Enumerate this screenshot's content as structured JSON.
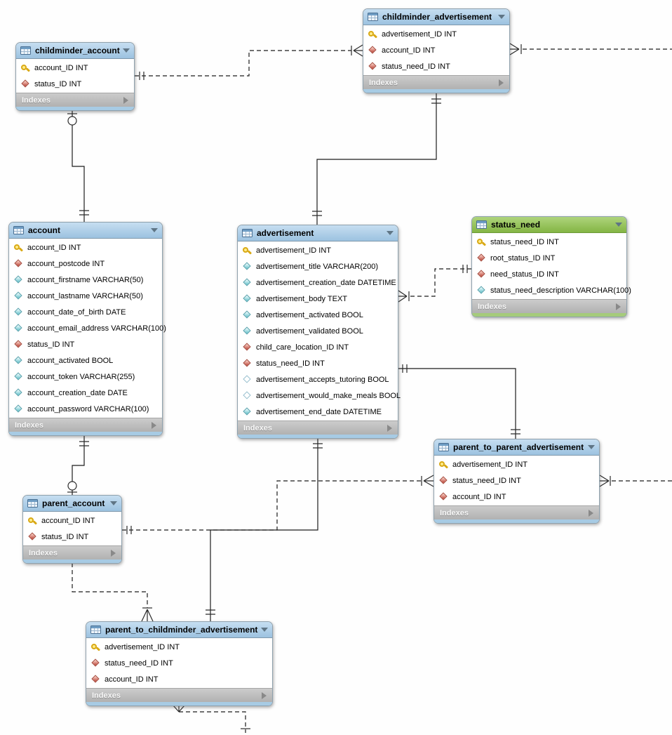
{
  "diagram": {
    "labels": {
      "indexes": "Indexes"
    },
    "colors": {
      "header_blue": "#9cc2e0",
      "header_green": "#84b544",
      "indexes_bar": "#bdbdbd",
      "footer_blue": "#a7cbe4",
      "footer_green": "#a5cb7b",
      "primary_key_icon": "#ffec8a",
      "foreign_key_icon": "#c2574b",
      "attribute_icon": "#74c7cf",
      "line_color": "#1c1c1c"
    },
    "tables": [
      {
        "name": "childminder_account",
        "color": "blue",
        "columns": [
          {
            "label": "account_ID INT",
            "icon": "primary-key"
          },
          {
            "label": "status_ID INT",
            "icon": "foreign-key"
          }
        ]
      },
      {
        "name": "childminder_advertisement",
        "color": "blue",
        "columns": [
          {
            "label": "advertisement_ID INT",
            "icon": "primary-key"
          },
          {
            "label": "account_ID INT",
            "icon": "foreign-key"
          },
          {
            "label": "status_need_ID INT",
            "icon": "foreign-key"
          }
        ]
      },
      {
        "name": "account",
        "color": "blue",
        "columns": [
          {
            "label": "account_ID INT",
            "icon": "primary-key"
          },
          {
            "label": "account_postcode INT",
            "icon": "foreign-key"
          },
          {
            "label": "account_firstname VARCHAR(50)",
            "icon": "attribute"
          },
          {
            "label": "account_lastname VARCHAR(50)",
            "icon": "attribute"
          },
          {
            "label": "account_date_of_birth DATE",
            "icon": "attribute"
          },
          {
            "label": "account_email_address VARCHAR(100)",
            "icon": "attribute"
          },
          {
            "label": "status_ID INT",
            "icon": "foreign-key"
          },
          {
            "label": "account_activated BOOL",
            "icon": "attribute"
          },
          {
            "label": "account_token VARCHAR(255)",
            "icon": "attribute"
          },
          {
            "label": "account_creation_date DATE",
            "icon": "attribute"
          },
          {
            "label": "account_password VARCHAR(100)",
            "icon": "attribute"
          }
        ]
      },
      {
        "name": "advertisement",
        "color": "blue",
        "columns": [
          {
            "label": "advertisement_ID INT",
            "icon": "primary-key"
          },
          {
            "label": "advertisement_title VARCHAR(200)",
            "icon": "attribute"
          },
          {
            "label": "advertisement_creation_date DATETIME",
            "icon": "attribute"
          },
          {
            "label": "advertisement_body TEXT",
            "icon": "attribute"
          },
          {
            "label": "advertisement_activated BOOL",
            "icon": "attribute"
          },
          {
            "label": "advertisement_validated BOOL",
            "icon": "attribute"
          },
          {
            "label": "child_care_location_ID INT",
            "icon": "foreign-key"
          },
          {
            "label": "status_need_ID INT",
            "icon": "foreign-key"
          },
          {
            "label": "advertisement_accepts_tutoring BOOL",
            "icon": "attribute-nullable"
          },
          {
            "label": "advertisement_would_make_meals BOOL",
            "icon": "attribute-nullable"
          },
          {
            "label": "advertisement_end_date DATETIME",
            "icon": "attribute"
          }
        ]
      },
      {
        "name": "status_need",
        "color": "green",
        "columns": [
          {
            "label": "status_need_ID INT",
            "icon": "primary-key"
          },
          {
            "label": "root_status_ID INT",
            "icon": "foreign-key"
          },
          {
            "label": "need_status_ID INT",
            "icon": "foreign-key"
          },
          {
            "label": "status_need_description VARCHAR(100)",
            "icon": "attribute"
          }
        ]
      },
      {
        "name": "parent_to_parent_advertisement",
        "color": "blue",
        "columns": [
          {
            "label": "advertisement_ID INT",
            "icon": "primary-key"
          },
          {
            "label": "status_need_ID INT",
            "icon": "foreign-key"
          },
          {
            "label": "account_ID INT",
            "icon": "foreign-key"
          }
        ]
      },
      {
        "name": "parent_account",
        "color": "blue",
        "columns": [
          {
            "label": "account_ID INT",
            "icon": "primary-key"
          },
          {
            "label": "status_ID INT",
            "icon": "foreign-key"
          }
        ]
      },
      {
        "name": "parent_to_childminder_advertisement",
        "color": "blue",
        "columns": [
          {
            "label": "advertisement_ID INT",
            "icon": "primary-key"
          },
          {
            "label": "status_need_ID INT",
            "icon": "foreign-key"
          },
          {
            "label": "account_ID INT",
            "icon": "foreign-key"
          }
        ]
      }
    ],
    "relationships": [
      {
        "from": "childminder_account",
        "to": "childminder_advertisement",
        "line": "dashed",
        "from_cardinality": "1",
        "to_cardinality": "many"
      },
      {
        "from": "childminder_account",
        "to": "account",
        "line": "solid",
        "from_cardinality": "0..1",
        "to_cardinality": "1"
      },
      {
        "from": "childminder_advertisement",
        "to": "advertisement",
        "line": "solid",
        "from_cardinality": "1",
        "to_cardinality": "1"
      },
      {
        "from": "advertisement",
        "to": "status_need",
        "line": "dashed",
        "from_cardinality": "many",
        "to_cardinality": "1"
      },
      {
        "from": "advertisement",
        "to": "parent_to_parent_advertisement",
        "line": "solid",
        "from_cardinality": "1",
        "to_cardinality": "1"
      },
      {
        "from": "parent_account",
        "to": "parent_to_parent_advertisement",
        "line": "dashed",
        "from_cardinality": "1",
        "to_cardinality": "many"
      },
      {
        "from": "account",
        "to": "parent_account",
        "line": "solid",
        "from_cardinality": "1",
        "to_cardinality": "0..1"
      },
      {
        "from": "advertisement",
        "to": "parent_to_childminder_advertisement",
        "line": "solid",
        "from_cardinality": "1",
        "to_cardinality": "1"
      },
      {
        "from": "parent_account",
        "to": "parent_to_childminder_advertisement",
        "line": "dashed",
        "from_cardinality": "1",
        "to_cardinality": "many"
      },
      {
        "from": "parent_to_parent_advertisement",
        "to": "off-canvas-right",
        "line": "dashed",
        "from_cardinality": "many",
        "to_cardinality": ""
      },
      {
        "from": "childminder_advertisement",
        "to": "off-canvas-right",
        "line": "dashed",
        "from_cardinality": "many",
        "to_cardinality": ""
      },
      {
        "from": "parent_to_childminder_advertisement",
        "to": "off-canvas-bottom",
        "line": "dashed",
        "from_cardinality": "many",
        "to_cardinality": "1"
      }
    ]
  }
}
